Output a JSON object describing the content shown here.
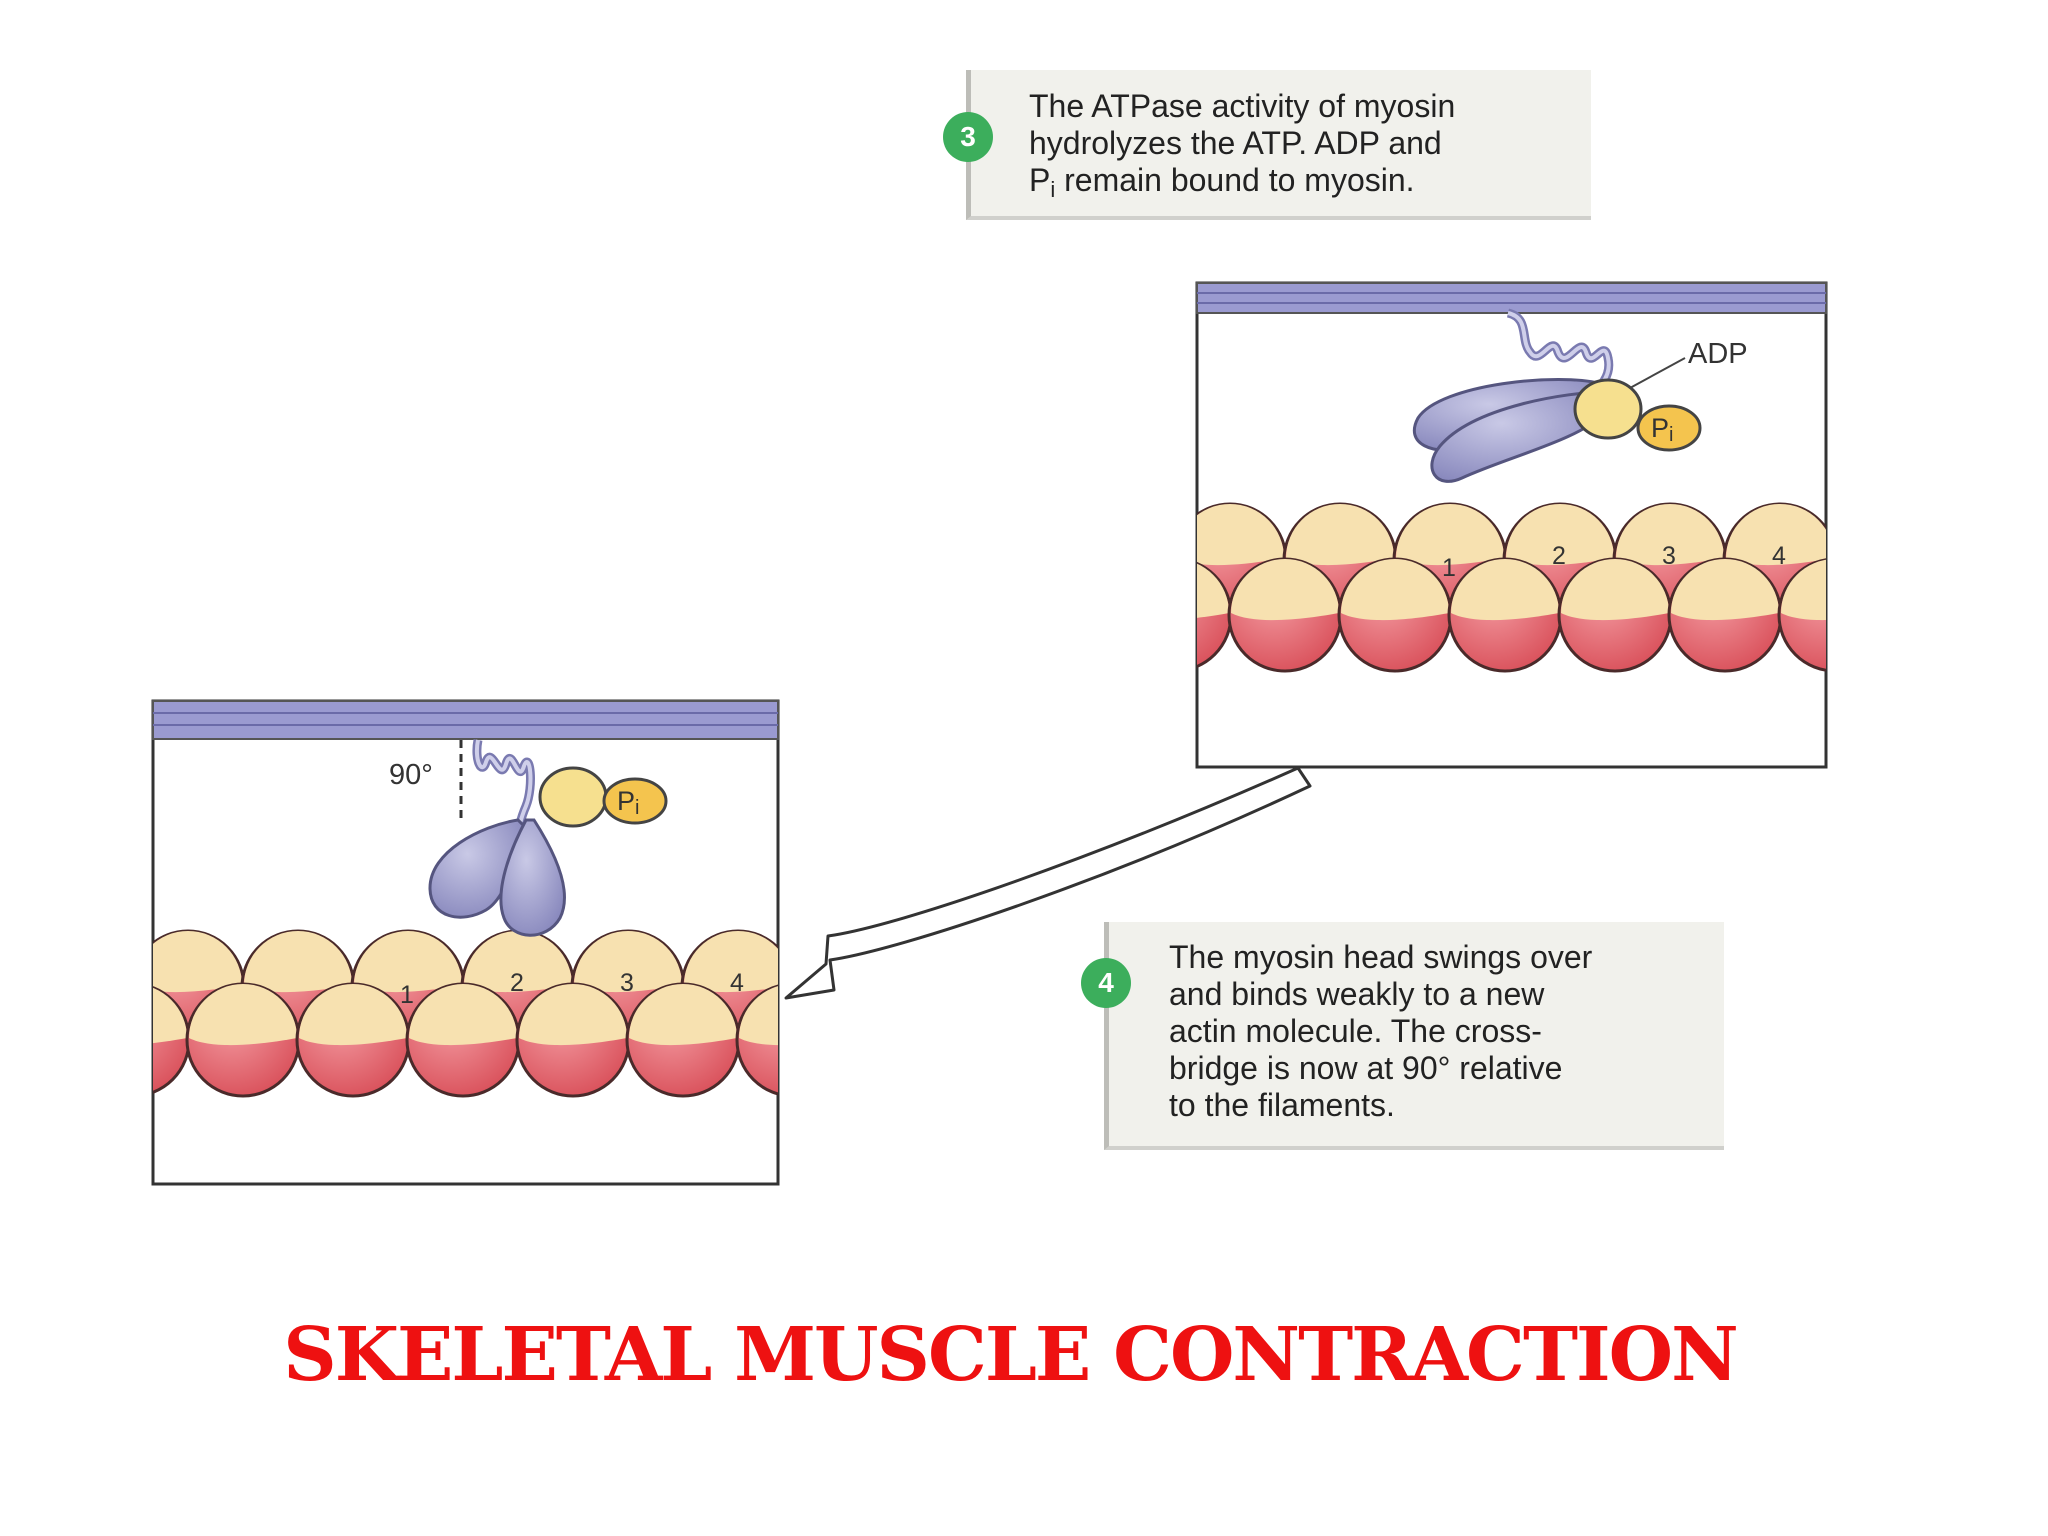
{
  "step3": {
    "number": "3",
    "line1": "The ATPase activity of myosin",
    "line2": "hydrolyzes the ATP. ADP and",
    "line3_main": "P",
    "line3_sub": "i",
    "line3_rest": " remain bound to myosin."
  },
  "step4": {
    "number": "4",
    "lines": [
      "The myosin head swings over",
      "and binds weakly to a new",
      "actin molecule. The cross-",
      "bridge is now at 90° relative",
      "to the filaments."
    ]
  },
  "top_panel": {
    "adp_label": "ADP",
    "pi_main": "P",
    "pi_sub": "i",
    "actin_numbers": [
      "1",
      "2",
      "3",
      "4"
    ]
  },
  "bottom_panel": {
    "angle_label": "90°",
    "pi_main": "P",
    "pi_sub": "i",
    "actin_numbers": [
      "1",
      "2",
      "3",
      "4"
    ]
  },
  "title": "SKELETAL MUSCLE CONTRACTION",
  "colors": {
    "title_red": "#ee1111",
    "step_green": "#3cae5c",
    "actin_red": "#dd5a60",
    "actin_cream": "#f7e1b0",
    "myosin_purple": "#9a9ac8",
    "adp_yellow": "#f6e08f",
    "pi_orange": "#f4c44e",
    "thick_filament": "#8b8bc9"
  }
}
